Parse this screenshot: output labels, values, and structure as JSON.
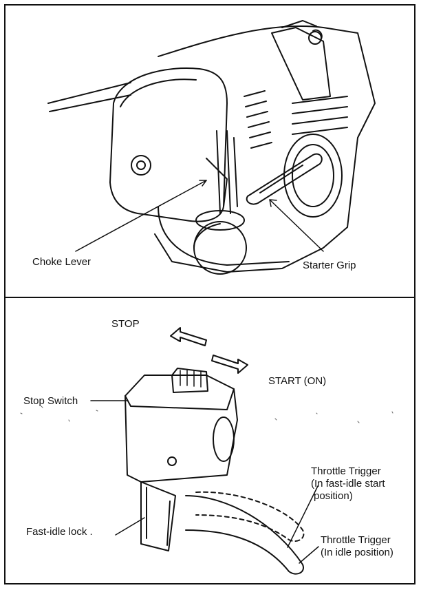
{
  "top_panel": {
    "choke_lever_label": "Choke Lever",
    "starter_grip_label": "Starter Grip"
  },
  "bottom_panel": {
    "stop_label": "STOP",
    "start_label": "START (ON)",
    "stop_switch_label": "Stop Switch",
    "fast_idle_lock_label": "Fast-idle lock .",
    "throttle_fast_idle": {
      "line1": "Throttle Trigger",
      "line2": "(In fast-idle start",
      "line3": "position)"
    },
    "throttle_idle": {
      "line1": "Throttle Trigger",
      "line2": "(In idle position)"
    }
  }
}
